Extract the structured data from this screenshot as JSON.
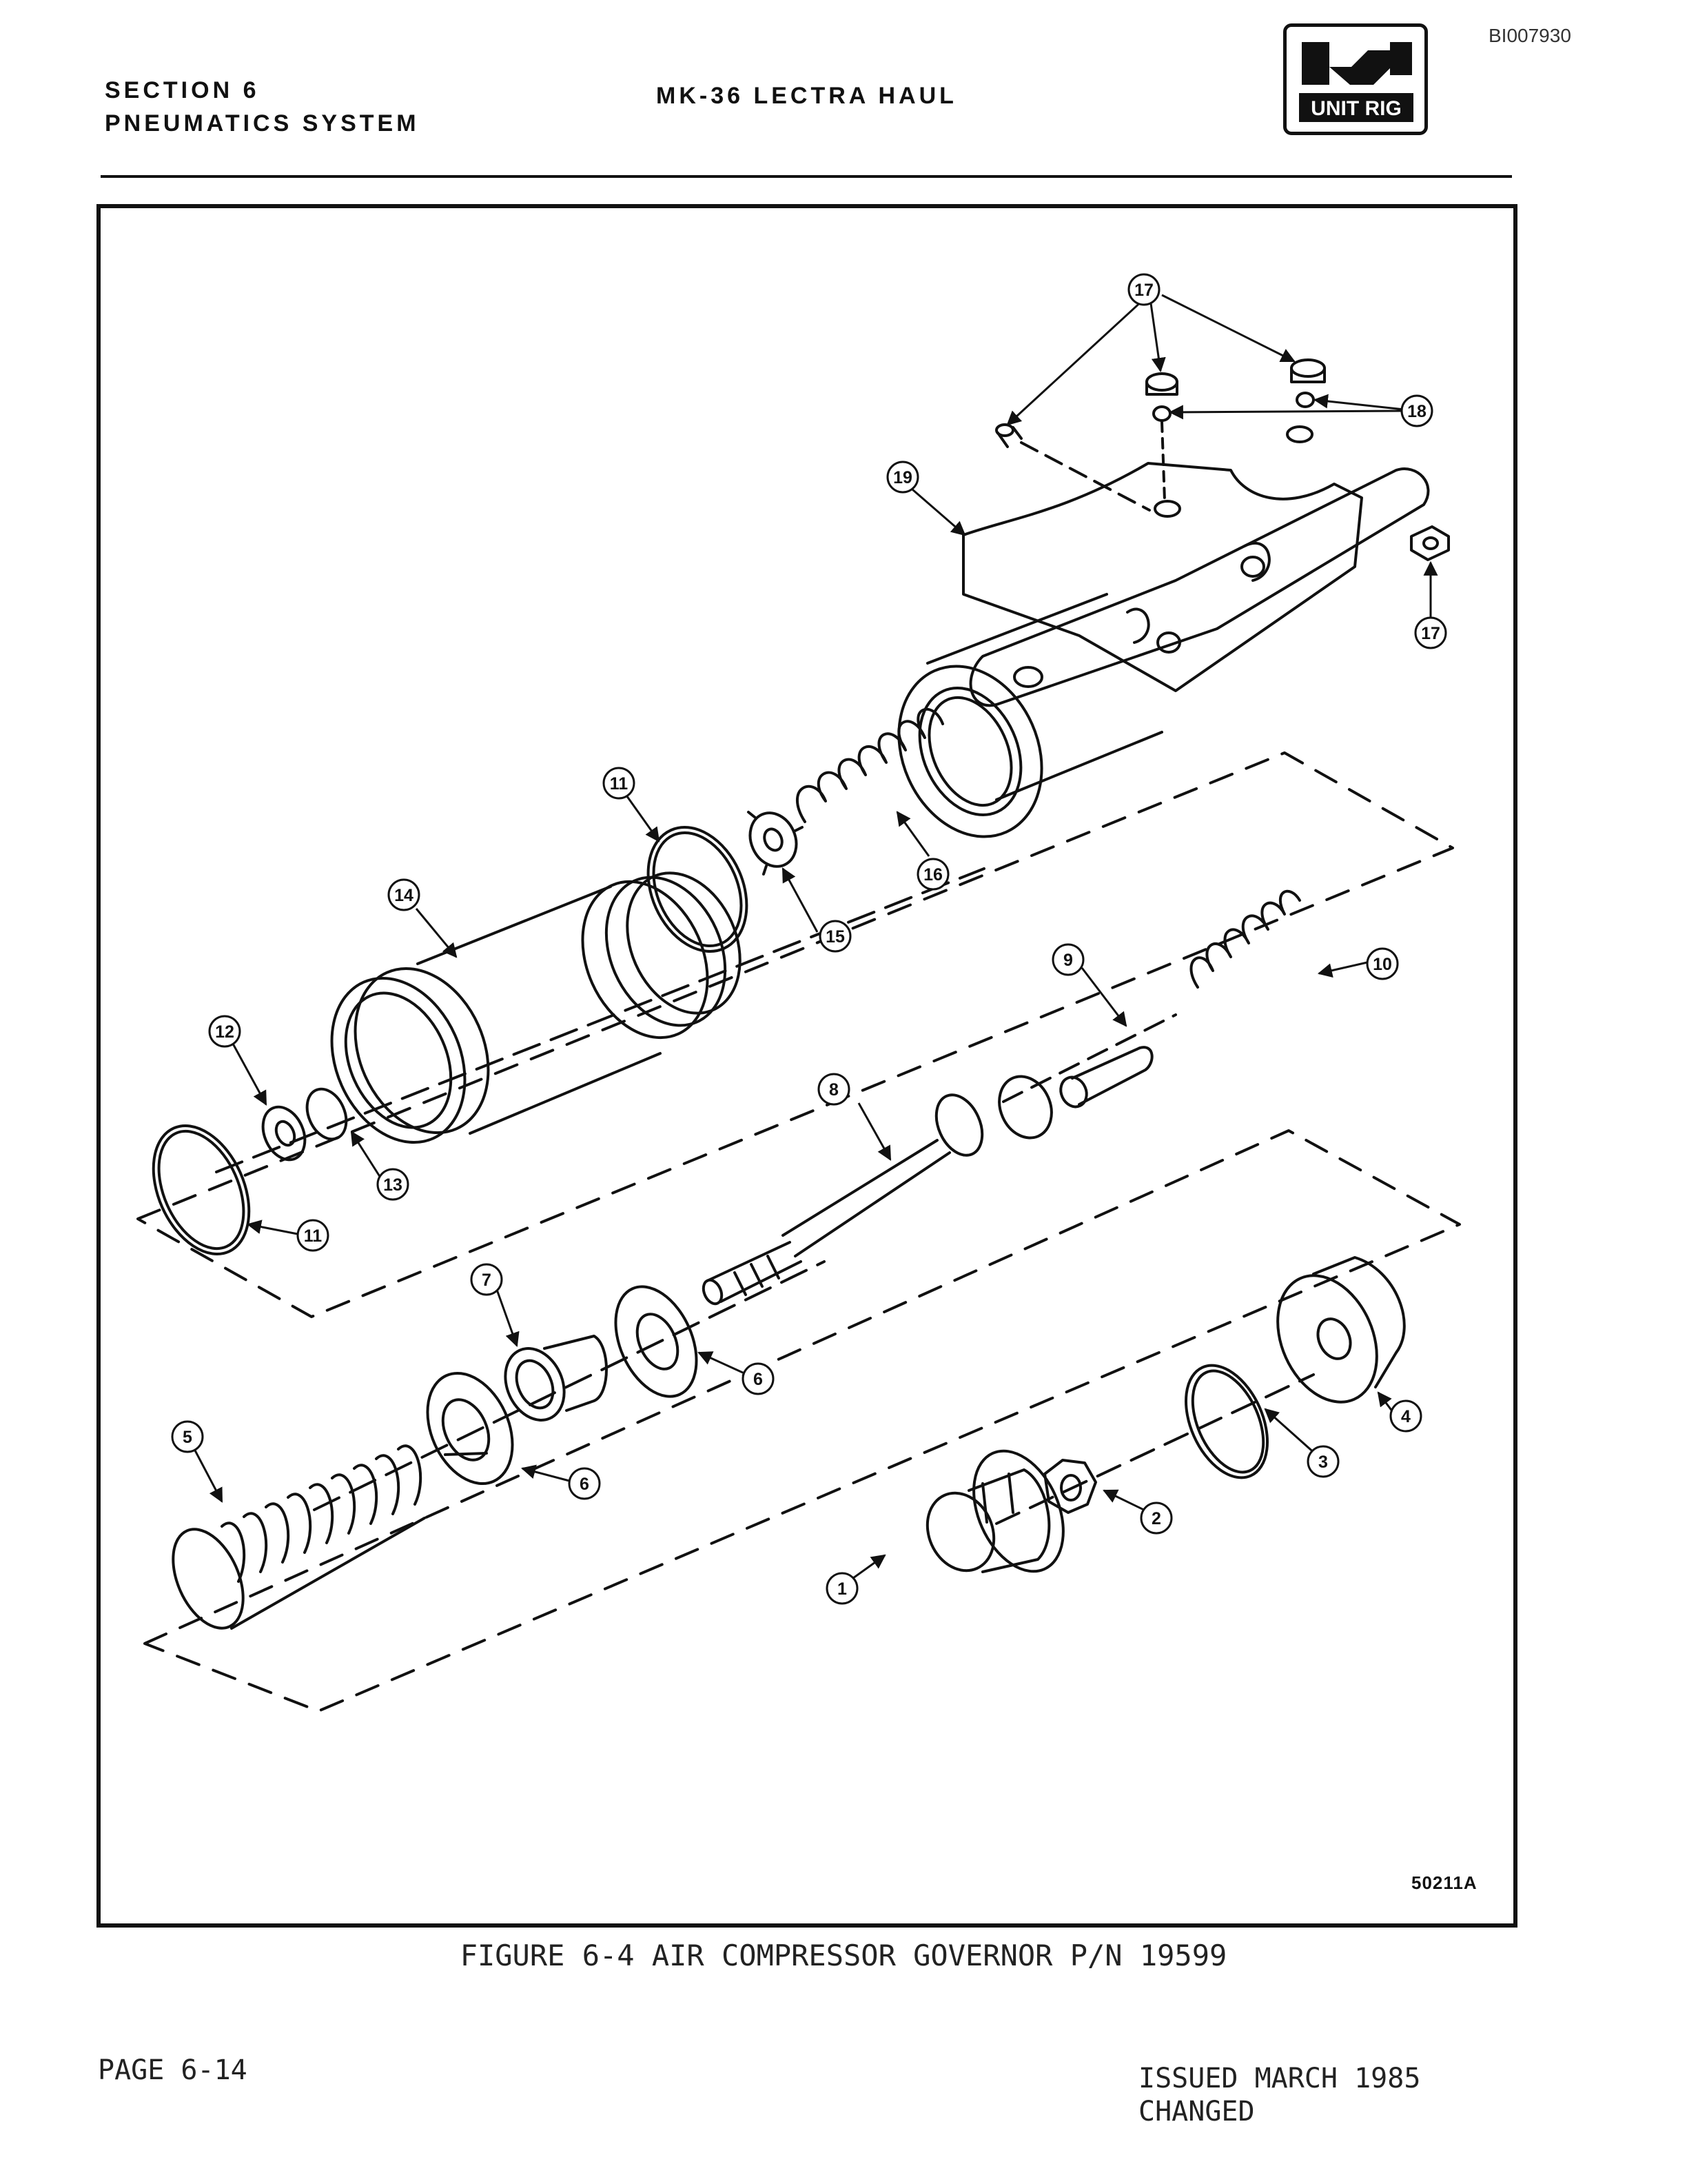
{
  "document_id": "BI007930",
  "header": {
    "section": "SECTION 6",
    "subsection": "PNEUMATICS SYSTEM",
    "model": "MK-36 LECTRA HAUL"
  },
  "logo": {
    "text": "UNIT RIG",
    "icon": "unit-rig-logo"
  },
  "figure": {
    "drawing_number": "50211A",
    "caption": "FIGURE 6-4 AIR COMPRESSOR GOVERNOR P/N 19599",
    "callouts": [
      {
        "id": "c17a",
        "label": "17"
      },
      {
        "id": "c18",
        "label": "18"
      },
      {
        "id": "c19",
        "label": "19"
      },
      {
        "id": "c17b",
        "label": "17"
      },
      {
        "id": "c11a",
        "label": "11"
      },
      {
        "id": "c16",
        "label": "16"
      },
      {
        "id": "c15",
        "label": "15"
      },
      {
        "id": "c14",
        "label": "14"
      },
      {
        "id": "c9",
        "label": "9"
      },
      {
        "id": "c10",
        "label": "10"
      },
      {
        "id": "c12",
        "label": "12"
      },
      {
        "id": "c8",
        "label": "8"
      },
      {
        "id": "c13",
        "label": "13"
      },
      {
        "id": "c11b",
        "label": "11"
      },
      {
        "id": "c7",
        "label": "7"
      },
      {
        "id": "c6a",
        "label": "6"
      },
      {
        "id": "c5",
        "label": "5"
      },
      {
        "id": "c6b",
        "label": "6"
      },
      {
        "id": "c4",
        "label": "4"
      },
      {
        "id": "c3",
        "label": "3"
      },
      {
        "id": "c2",
        "label": "2"
      },
      {
        "id": "c1",
        "label": "1"
      }
    ]
  },
  "footer": {
    "page": "PAGE  6-14",
    "issued": "ISSUED MARCH 1985",
    "changed": "CHANGED"
  }
}
